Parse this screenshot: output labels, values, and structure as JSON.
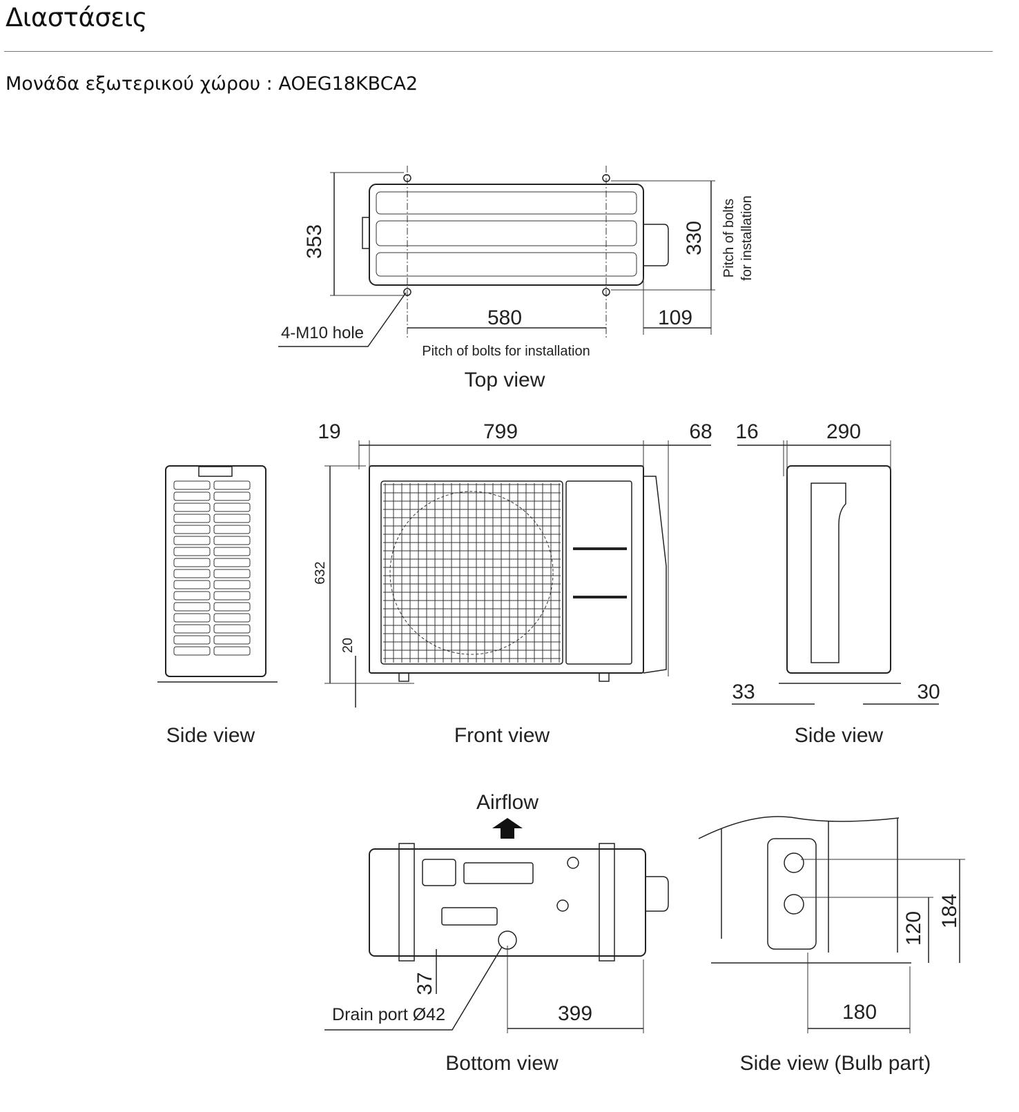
{
  "page": {
    "title": "Διαστάσεις",
    "subtitle": "Μονάδα εξωτερικού χώρου : AOEG18KBCA2"
  },
  "drawing": {
    "top_view": {
      "caption": "Top view",
      "dims": {
        "depth": "353",
        "bolt_pitch_depth": "330",
        "bolt_pitch_width": "580",
        "offset": "109"
      },
      "hole_label": "4-M10 hole",
      "pitch_label": "Pitch of bolts for installation",
      "pitch_label_vertical": [
        "Pitch of bolts",
        "for installation"
      ]
    },
    "front_view": {
      "caption": "Front view",
      "dims": {
        "left": "19",
        "width": "799",
        "right": "68",
        "height": "632",
        "foot": "20"
      }
    },
    "side_view_left": {
      "caption": "Side view"
    },
    "side_view_right": {
      "caption": "Side view",
      "dims": {
        "left": "16",
        "depth": "290",
        "foot_left": "33",
        "foot_right": "30"
      }
    },
    "bottom_view": {
      "caption": "Bottom view",
      "airflow_label": "Airflow",
      "drain_label": "Drain port Ø42",
      "dims": {
        "drain_offset": "37",
        "drain_x": "399"
      }
    },
    "bulb_view": {
      "caption": "Side view (Bulb part)",
      "dims": {
        "h1": "184",
        "h2": "120",
        "w": "180"
      }
    }
  }
}
